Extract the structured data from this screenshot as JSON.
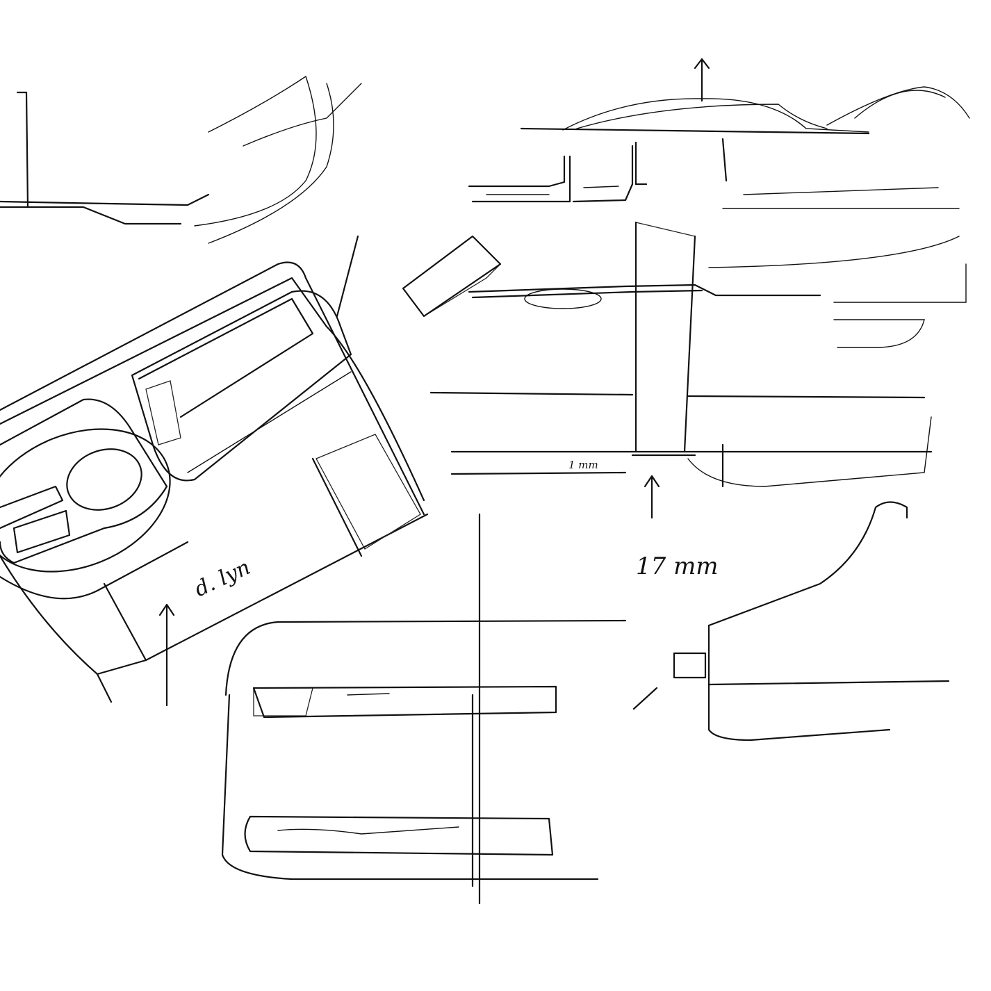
{
  "annotations": {
    "dimension_main": "17 mm",
    "dimension_small": "1 mm",
    "handwritten_note": "d. lyn"
  },
  "colors": {
    "ink": "#111111",
    "paper": "#ffffff"
  }
}
